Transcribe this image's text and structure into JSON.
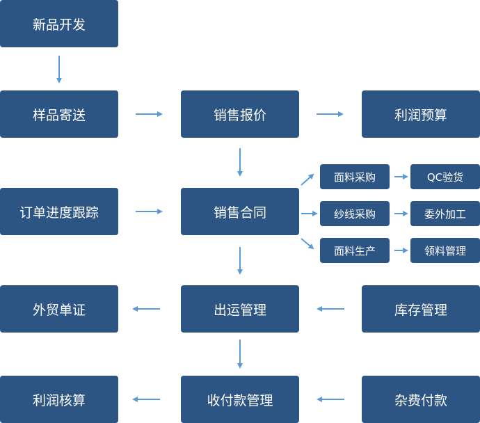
{
  "nodes": {
    "new_product": "新品开发",
    "sample_sending": "样品寄送",
    "sales_quote": "销售报价",
    "profit_budget": "利润预算",
    "order_tracking": "订单进度跟踪",
    "sales_contract": "销售合同",
    "fabric_purchase": "面料采购",
    "qc_inspection": "QC验货",
    "yarn_purchase": "纱线采购",
    "outsourcing": "委外加工",
    "fabric_production": "面料生产",
    "material_issue": "领料管理",
    "export_docs": "外贸单证",
    "shipping_mgmt": "出运管理",
    "inventory_mgmt": "库存管理",
    "profit_accounting": "利润核算",
    "payment_mgmt": "收付款管理",
    "misc_payment": "杂费付款"
  },
  "colors": {
    "box": "#2d5583",
    "arrow": "#5b9bd5",
    "text": "#ffffff"
  }
}
